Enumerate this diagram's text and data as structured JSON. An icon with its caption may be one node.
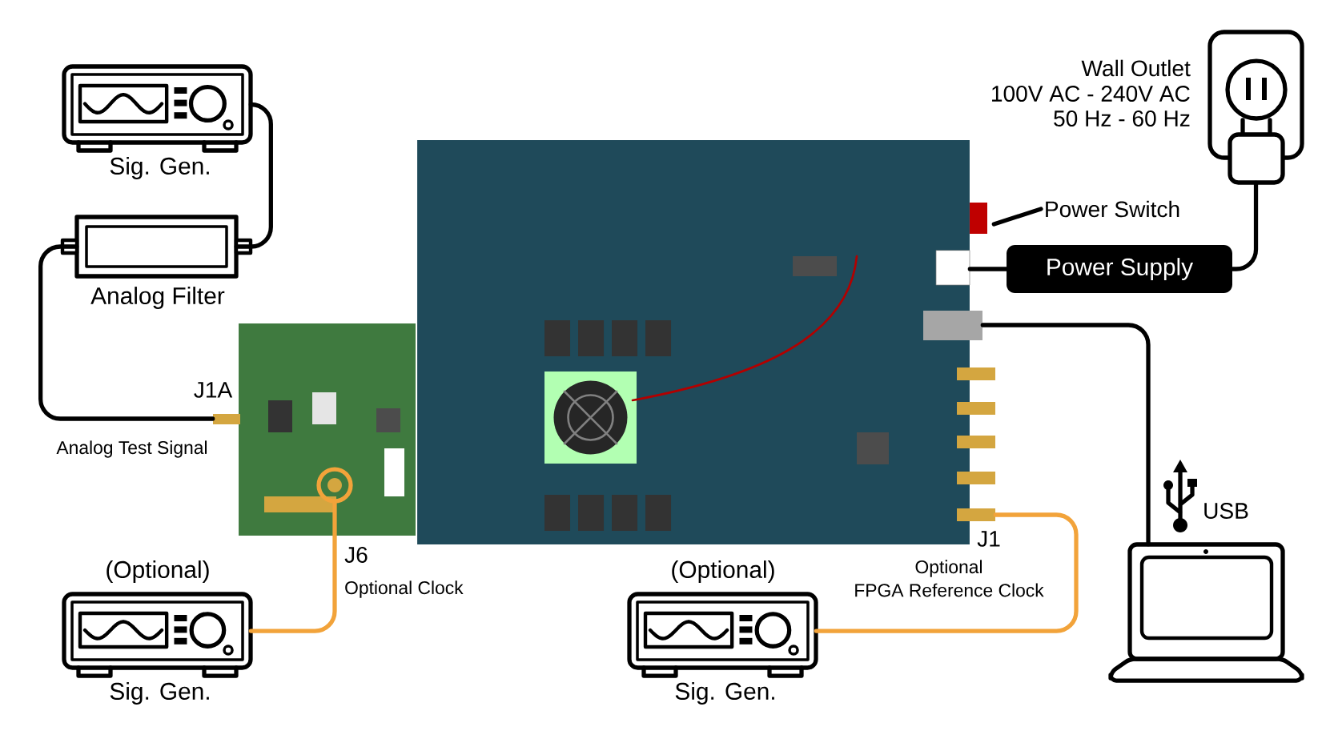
{
  "diagram": {
    "nodes": [
      {
        "text": [
          "Sig. Gen."
        ]
      },
      {
        "text": [
          "Analog Filter"
        ]
      },
      {
        "text": [],
        "shape": "picture"
      },
      {
        "text": [],
        "shape": "picture"
      },
      {
        "text": [],
        "shape": "picture",
        "beside": [
          "Wall Outlet",
          "100V AC - 240V AC",
          "50 Hz - 60 Hz"
        ]
      },
      {
        "text": [
          "Power Supply"
        ]
      },
      {
        "text": [],
        "shape": "picture"
      },
      {
        "text": [
          "(Optional)",
          "Sig. Gen."
        ]
      },
      {
        "text": [
          "(Optional)",
          "Sig. Gen."
        ]
      },
      {
        "text": [
          "Power Switch"
        ]
      }
    ],
    "edges": [
      {
        "from": 0,
        "to": 1,
        "arrow": "none"
      },
      {
        "from": 1,
        "to": 2,
        "arrow": "none"
      },
      {
        "from": 7,
        "to": 2,
        "arrow": "none",
        "color": "#f2a33a"
      },
      {
        "from": 8,
        "to": 3,
        "arrow": "none",
        "color": "#f2a33a"
      },
      {
        "from": 4,
        "to": 5,
        "arrow": "none"
      },
      {
        "from": 5,
        "to": 3,
        "arrow": "none"
      },
      {
        "from": 6,
        "to": 3,
        "arrow": "none"
      },
      {
        "from": 9,
        "to": 3,
        "arrow": "none"
      }
    ],
    "labels": [
      "J1A",
      "Analog Test Signal",
      "J6",
      "Optional Clock",
      "J1",
      "Optional",
      "FPGA Reference Clock",
      "USB"
    ]
  }
}
